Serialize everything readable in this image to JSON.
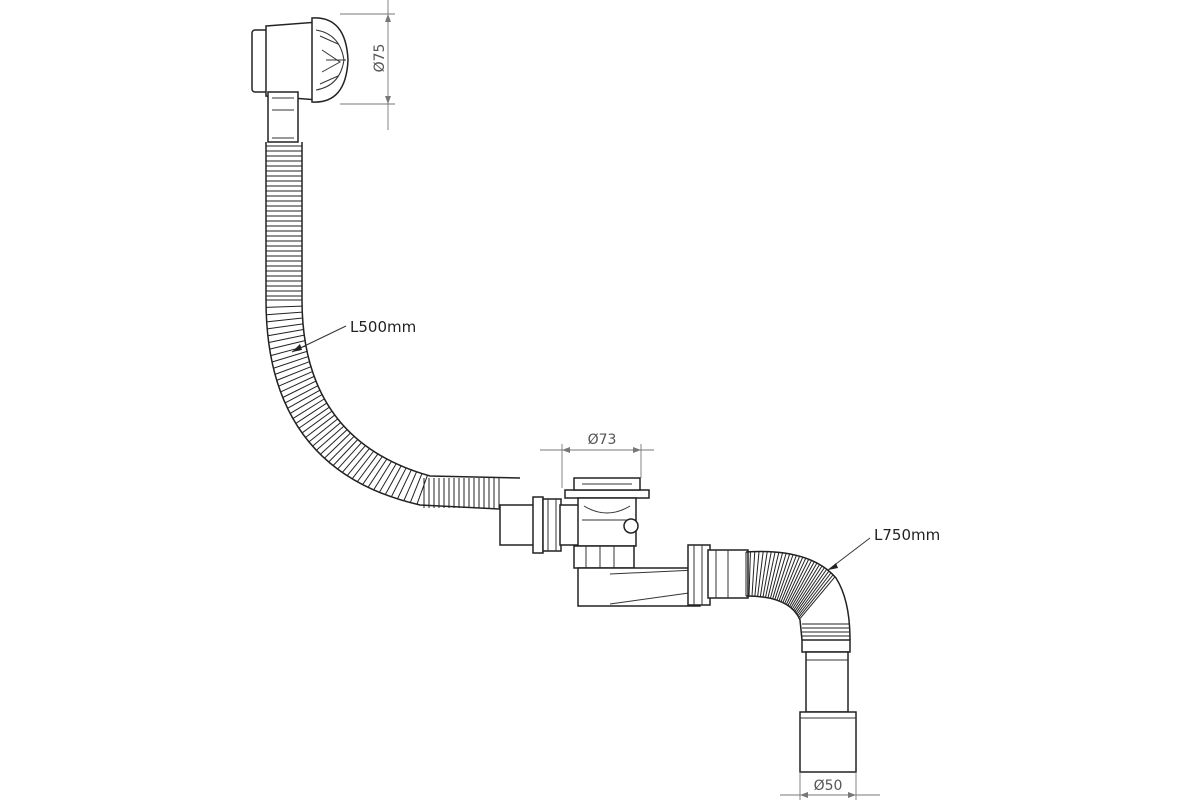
{
  "labels": {
    "overflow_diameter": "Ø75",
    "overflow_hose_length": "L500mm",
    "drain_diameter": "Ø73",
    "outlet_hose_length": "L750mm",
    "outlet_diameter": "Ø50"
  }
}
